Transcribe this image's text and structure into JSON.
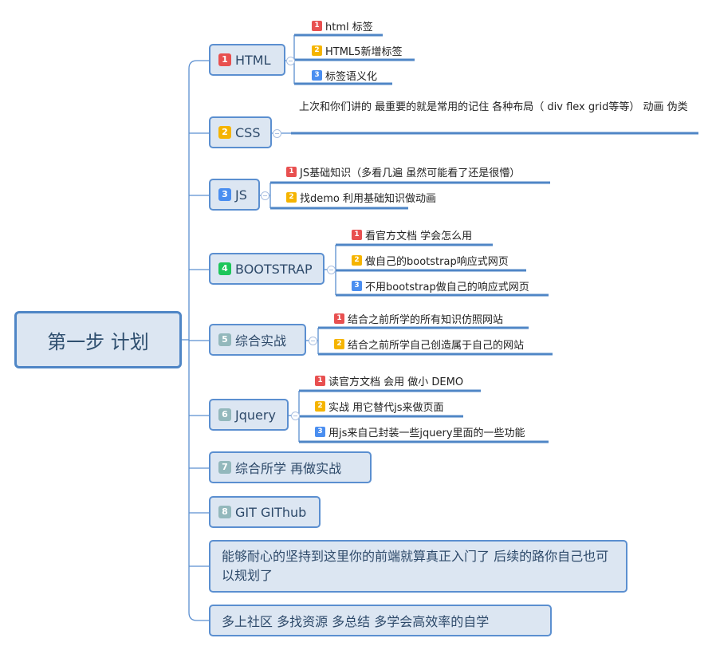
{
  "root": {
    "title": "第一步 计划"
  },
  "topics": [
    {
      "num": "1",
      "label": "HTML",
      "subs": [
        {
          "num": "1",
          "text": "html 标签"
        },
        {
          "num": "2",
          "text": "HTML5新增标签"
        },
        {
          "num": "3",
          "text": "标签语义化"
        }
      ]
    },
    {
      "num": "2",
      "label": "CSS",
      "note": "上次和你们讲的 最重要的就是常用的记住 各种布局（ div flex grid等等） 动画 伪类"
    },
    {
      "num": "3",
      "label": "JS",
      "subs": [
        {
          "num": "1",
          "text": "JS基础知识（多看几遍 虽然可能看了还是很懵）"
        },
        {
          "num": "2",
          "text": "找demo 利用基础知识做动画"
        }
      ]
    },
    {
      "num": "4",
      "label": "BOOTSTRAP",
      "subs": [
        {
          "num": "1",
          "text": "看官方文档 学会怎么用"
        },
        {
          "num": "2",
          "text": "做自己的bootstrap响应式网页"
        },
        {
          "num": "3",
          "text": "不用bootstrap做自己的响应式网页"
        }
      ]
    },
    {
      "num": "5",
      "label": "综合实战",
      "subs": [
        {
          "num": "1",
          "text": "结合之前所学的所有知识仿照网站"
        },
        {
          "num": "2",
          "text": "结合之前所学自己创造属于自己的网站"
        }
      ]
    },
    {
      "num": "6",
      "label": "Jquery",
      "subs": [
        {
          "num": "1",
          "text": "读官方文档  会用 做小 DEMO"
        },
        {
          "num": "2",
          "text": "实战 用它替代js来做页面"
        },
        {
          "num": "3",
          "text": "用js来自己封装一些jquery里面的一些功能"
        }
      ]
    },
    {
      "num": "7",
      "label": "综合所学 再做实战"
    },
    {
      "num": "8",
      "label": "GIT  GIThub"
    },
    {
      "label": "能够耐心的坚持到这里你的前端就算真正入门了  后续的路你自己也可以规划了"
    },
    {
      "label": "多上社区  多找资源  多总结  多学会高效率的自学"
    }
  ],
  "colors": {
    "border": "#4f86c6",
    "fill": "#dce6f2",
    "red": "#e85050",
    "orange": "#f5b400",
    "blue": "#4a8ef0",
    "green": "#1dc65a",
    "gray": "#93b8bc"
  }
}
